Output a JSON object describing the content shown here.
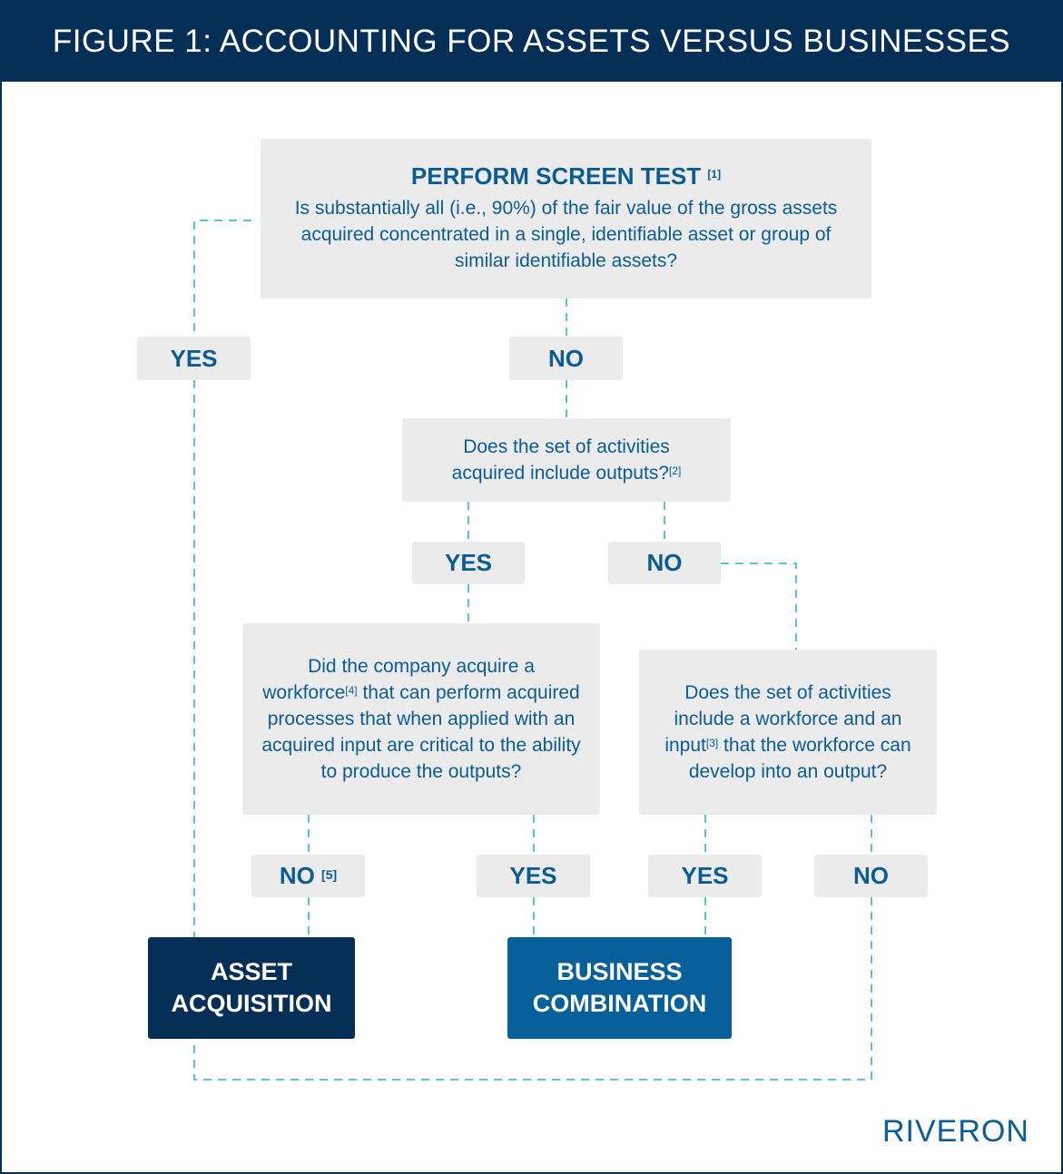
{
  "header": {
    "title": "FIGURE 1: ACCOUNTING FOR ASSETS VERSUS BUSINESSES"
  },
  "screen_test": {
    "title": "PERFORM SCREEN TEST",
    "title_note": "[1]",
    "text": "Is substantially all (i.e., 90%) of the fair value of the gross assets acquired concentrated in a single, identifiable asset or group of similar identifiable assets?"
  },
  "outputs_q": {
    "text": "Does the set of activities acquired include outputs?",
    "note": "[2]"
  },
  "workforce_q": {
    "text1": "Did the company acquire a workforce",
    "note": "[4]",
    "text2": " that can perform acquired processes that when applied with an acquired input are critical to the ability to produce the outputs?"
  },
  "input_q": {
    "text1": "Does the set of activities include a workforce and an input",
    "note": "[3]",
    "text2": " that the workforce can develop into an output?"
  },
  "labels": {
    "yes": "YES",
    "no": "NO",
    "no5_note": "[5]"
  },
  "asset_acquisition": {
    "line1": "ASSET",
    "line2": "ACQUISITION"
  },
  "business_combination": {
    "line1": "BUSINESS",
    "line2": "COMBINATION"
  },
  "logo": "RIVERON",
  "colors": {
    "navy": "#062f58",
    "blue": "#0b5c93",
    "box": "#ebebeb",
    "dash": "#5bc0e8",
    "business": "#07609a"
  }
}
